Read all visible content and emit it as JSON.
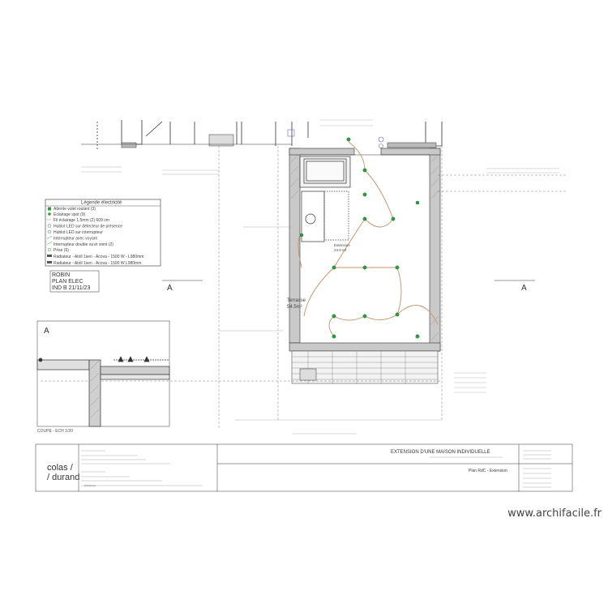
{
  "legend": {
    "title": "Légende électricité",
    "items": [
      {
        "label": "Attente volet roulant (3)",
        "color": "#2a9d3a"
      },
      {
        "label": "Eclairage spot (9)",
        "color": "#2a9d3a"
      },
      {
        "label": "Fil éclairage 1.5mm (2) 609 cm",
        "color": "#c8906a"
      },
      {
        "label": "Hublot LED sur détecteur de présence",
        "color": "#2a9d3a"
      },
      {
        "label": "Hublot LED sur interrupteur",
        "color": "#2a9d3a"
      },
      {
        "label": "Interrupteur avec voyant",
        "color": "#2a9d3a"
      },
      {
        "label": "Interrupteur double va et vient (2)",
        "color": "#2a9d3a"
      },
      {
        "label": "Prise (6)",
        "color": "#2a9d3a"
      },
      {
        "label": "Radiateur - Atoll 1sen - Acova - 1500 W - L980mm",
        "color": "#555555"
      },
      {
        "label": "Radiateur - Atoll 1sen - Acova - 1500 W L980mm",
        "color": "#555555"
      }
    ]
  },
  "plan_label": {
    "line1": "ROBIN",
    "line2": "PLAN ELEC",
    "line3": "IND B 21/11/23"
  },
  "section": {
    "marker": "A",
    "marker_right": "A",
    "marker_left": "A",
    "caption": "COUPE - ECH 1/20"
  },
  "rooms": {
    "terrasse": "Terrasse",
    "terrasse_area": "54.5m²",
    "extension": "Extension",
    "extension_area": "24.0 m²"
  },
  "title_block": {
    "logo_line1": "colas /",
    "logo_line2": "/ durand",
    "logo_sub": "architectes",
    "project_title": "EXTENSION D'UNE MAISON INDIVIDUELLE",
    "sheet_title": "Plan RdC - Extension"
  },
  "watermark": "www.archifacile.fr",
  "colors": {
    "outlet": "#2a9d3a",
    "wire": "#c8906a",
    "line": "#333333",
    "purple": "#7a60c0"
  }
}
